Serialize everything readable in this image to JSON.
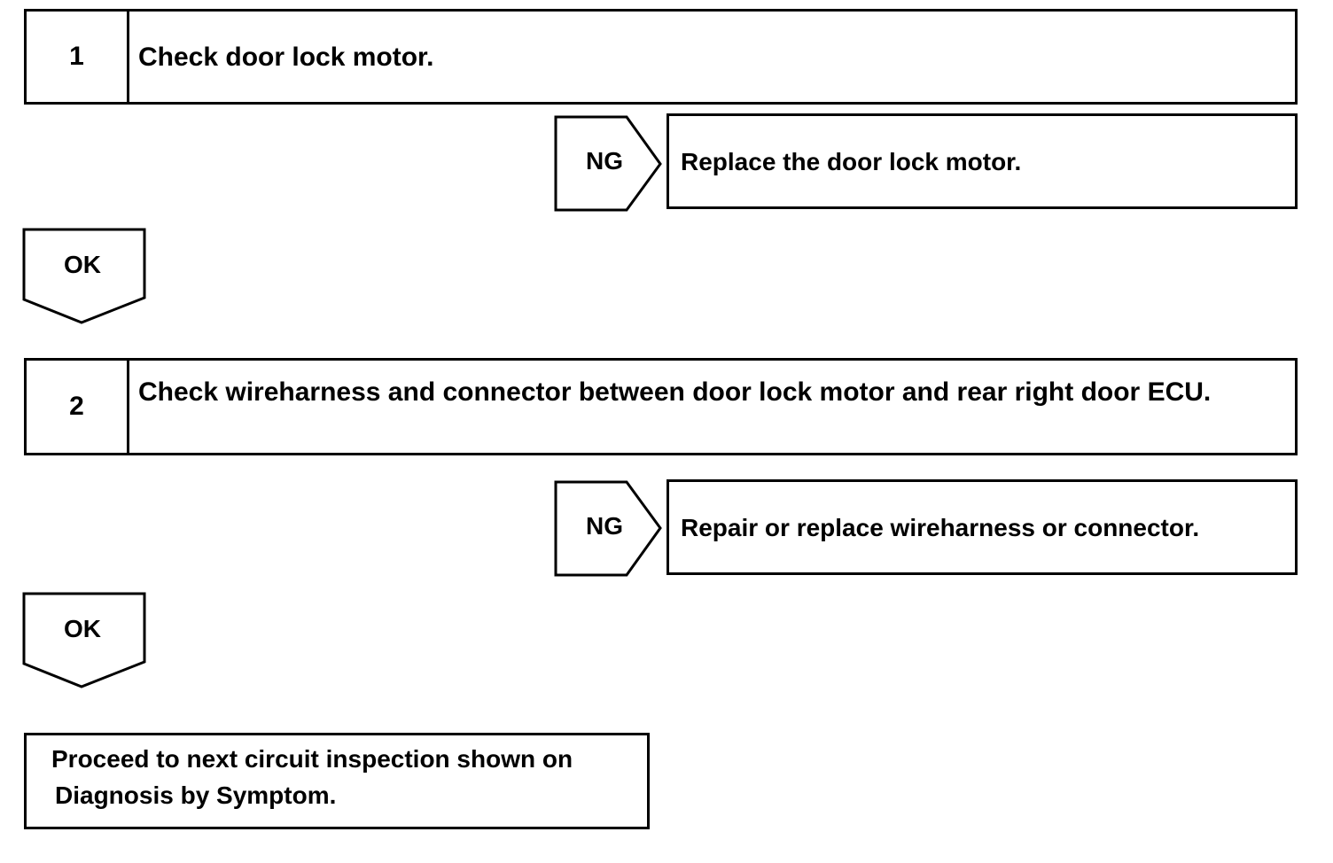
{
  "steps": [
    {
      "number": "1",
      "text": "Check door lock motor."
    },
    {
      "number": "2",
      "text": "Check wireharness and connector between door lock motor and rear right door ECU."
    }
  ],
  "ng_label": "NG",
  "ok_label": "OK",
  "ng_results": [
    "Replace the door lock motor.",
    "Repair or replace wireharness or connector."
  ],
  "final": {
    "line1": "Proceed to next circuit inspection shown on",
    "line2": "Diagnosis by Symptom."
  }
}
